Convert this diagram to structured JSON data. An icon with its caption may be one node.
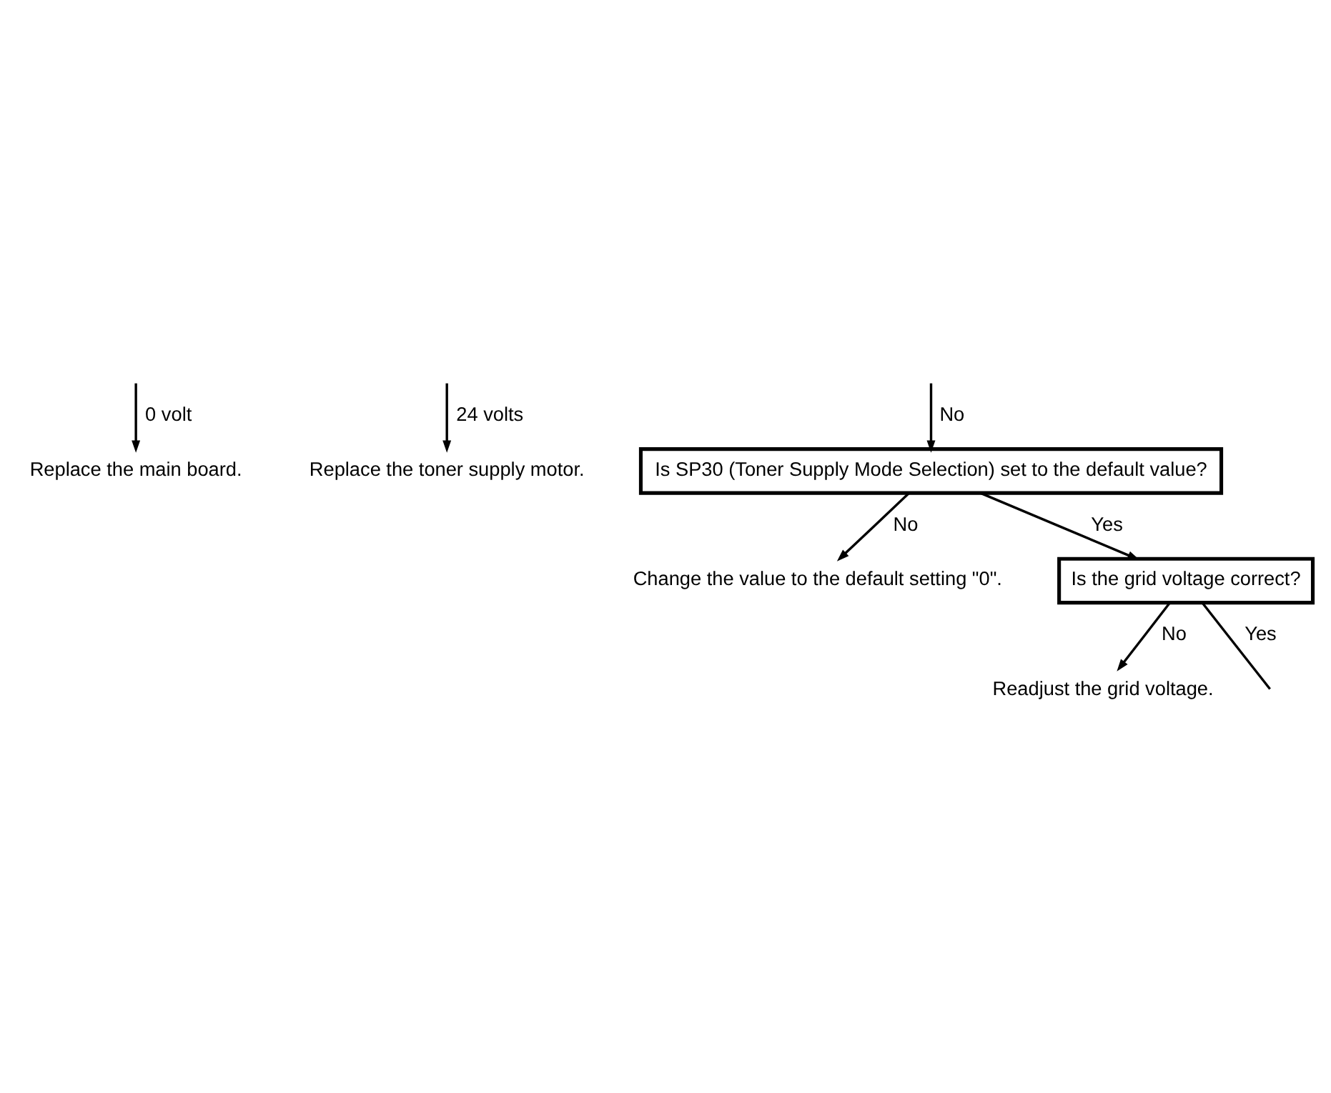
{
  "diagram": {
    "nodes": [
      {
        "text": [
          "Replace the main board."
        ]
      },
      {
        "text": [
          "Replace the toner supply motor."
        ]
      },
      {
        "text": [
          "Is SP30 (Toner Supply Mode Selection) set to the default value?"
        ]
      },
      {
        "text": [
          "Change the value to the default setting \"0\"."
        ]
      },
      {
        "text": [
          "Is the grid voltage correct?"
        ]
      },
      {
        "text": [
          "Readjust the grid voltage."
        ]
      }
    ],
    "edges": [
      {
        "from": null,
        "to": 1,
        "arrow": "to",
        "label": "24 volts"
      },
      {
        "from": null,
        "to": 0,
        "arrow": "to",
        "label": "0 volt"
      },
      {
        "from": null,
        "to": 2,
        "arrow": "to",
        "label": "No"
      },
      {
        "from": 2,
        "to": 4,
        "arrow": "to",
        "label": "Yes"
      },
      {
        "from": 2,
        "to": 3,
        "arrow": "to",
        "label": "No"
      },
      {
        "from": 4,
        "to": null,
        "arrow": "none",
        "label": "Yes"
      },
      {
        "from": 4,
        "to": 5,
        "arrow": "to",
        "label": "No"
      }
    ]
  }
}
